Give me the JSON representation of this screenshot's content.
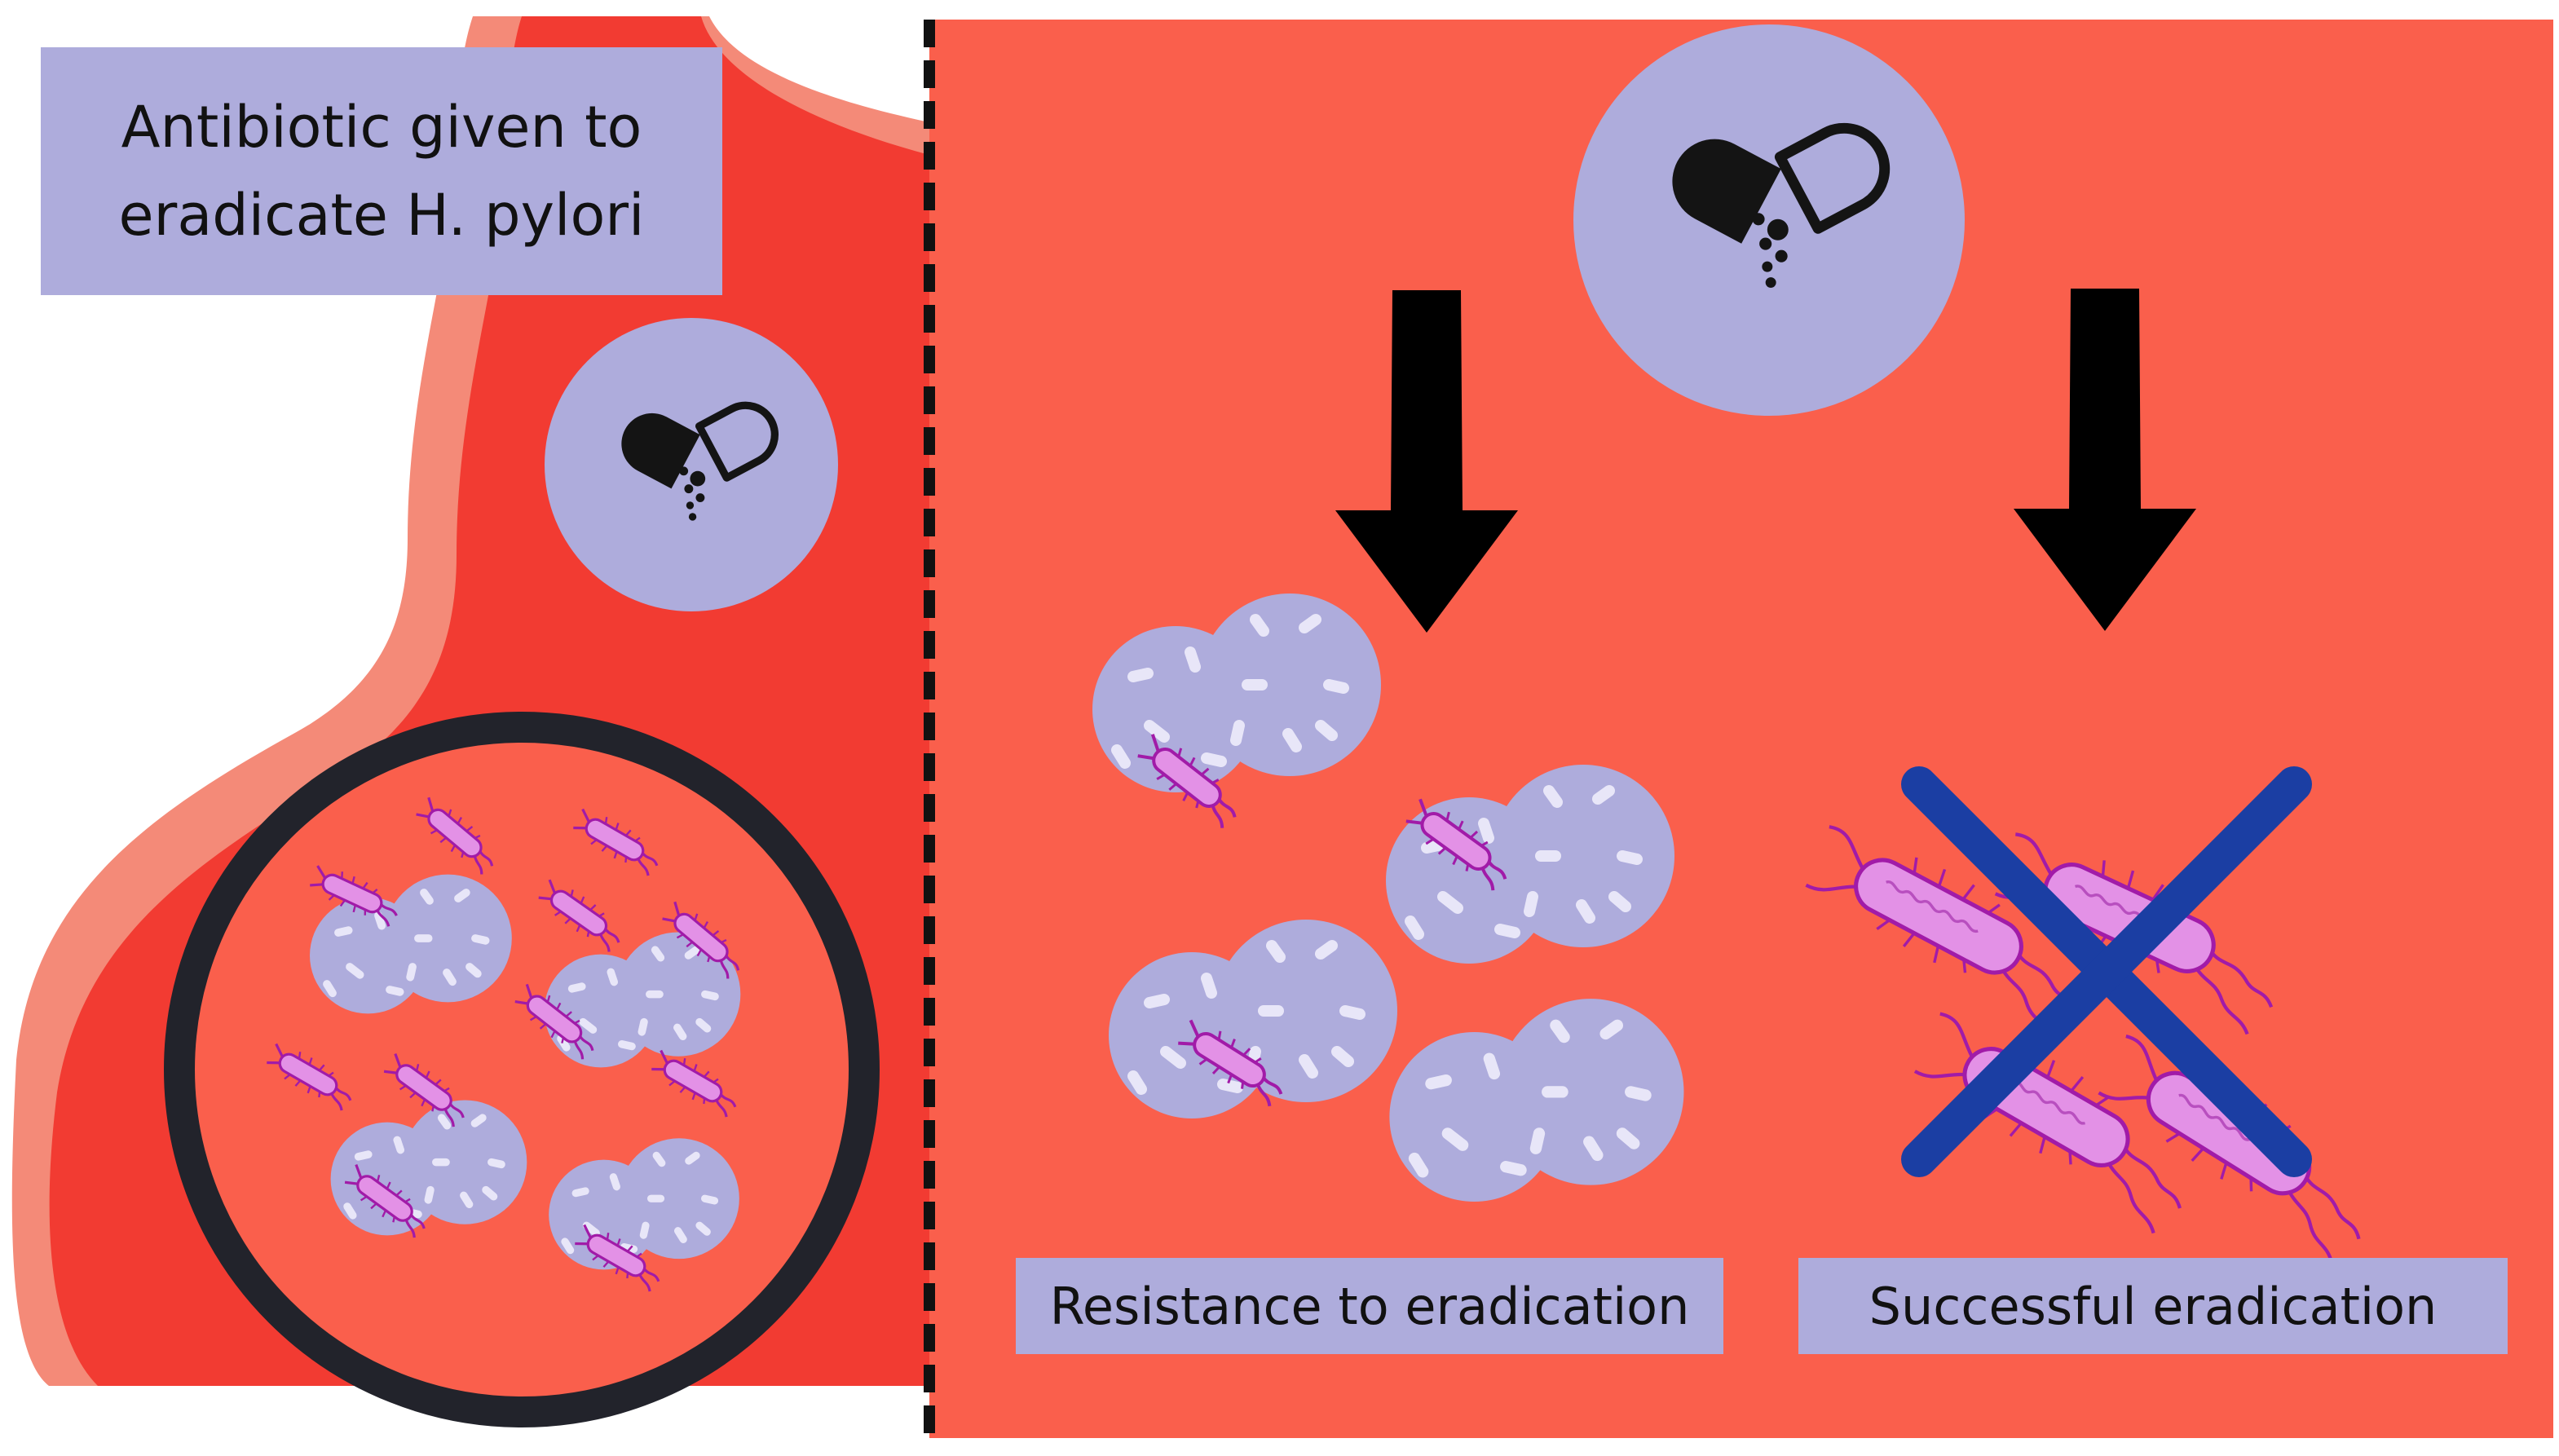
{
  "title": {
    "line1": "Antibiotic given to",
    "line2": "eradicate H. pylori"
  },
  "labels": {
    "resistance": "Resistance to eradication",
    "success": "Successful eradication"
  },
  "colors": {
    "panel_background": "#fa5f4c",
    "stomach_inner": "#f23b32",
    "stomach_outer": "#f48a78",
    "cell_fill": "#aeacdc",
    "label_fill": "#aeacdc",
    "lens_ring": "#22232b",
    "arrow": "#000000",
    "cross": "#1b3ea3",
    "bacterium": "#e391e6",
    "bacterium_outline": "#a11ba8"
  },
  "icons": [
    "antibiotic-capsule-icon",
    "down-arrow-icon",
    "bacterium-icon",
    "cross-icon",
    "dashed-divider"
  ]
}
